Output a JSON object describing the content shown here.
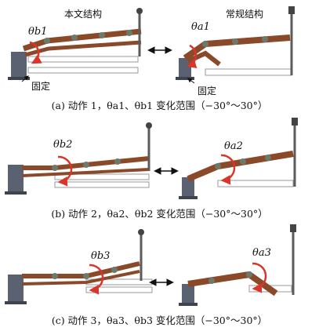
{
  "panels": [
    {
      "caption": "(a) 动作 1，θa1、θb1 变化范围（−30°～30°）",
      "left_angle": "θb1",
      "right_angle": "θa1",
      "left_title": "本文结构",
      "right_title": "常规结构",
      "fixed_label_left": "固定",
      "fixed_label_right": "固定"
    },
    {
      "caption": "(b) 动作 2，θa2、θb2 变化范围（−30°～30°）",
      "left_angle": "θb2",
      "right_angle": "θa2"
    },
    {
      "caption": "(c) 动作 3，θa3、θb3 变化范围（−30°～30°）",
      "left_angle": "θb3",
      "right_angle": "θa3"
    }
  ],
  "colors": {
    "link": "#8a4a2a",
    "link_dark": "#5b2e19",
    "joint": "#6b7a6a",
    "base": "#5a6170",
    "ghost": "#d0d0d0",
    "arrow_red": "#d9352a",
    "hose": "#3a3a3a"
  }
}
